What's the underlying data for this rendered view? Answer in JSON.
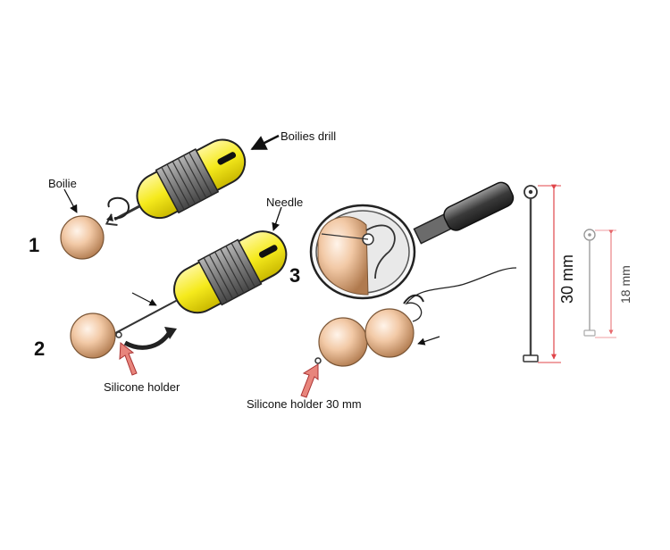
{
  "labels": {
    "boilies_drill": "Boilies drill",
    "boilie": "Boilie",
    "needle": "Needle",
    "silicone_holder": "Silicone holder",
    "silicone_holder_30": "Silicone holder 30 mm",
    "dim_30": "30 mm",
    "dim_18": "18 mm"
  },
  "steps": {
    "one": "1",
    "two": "2",
    "three": "3"
  },
  "colors": {
    "handle_yellow": "#f5ea1c",
    "coil_grey": "#7a7a7a",
    "boilie": "#f2c9a6",
    "arrow_red": "#c0392b",
    "dimension_red": "#e0454a"
  },
  "icons": {
    "tool_1": "boilie-drill-icon",
    "tool_2": "baiting-needle-icon",
    "tool_3": "magnifier-icon"
  }
}
